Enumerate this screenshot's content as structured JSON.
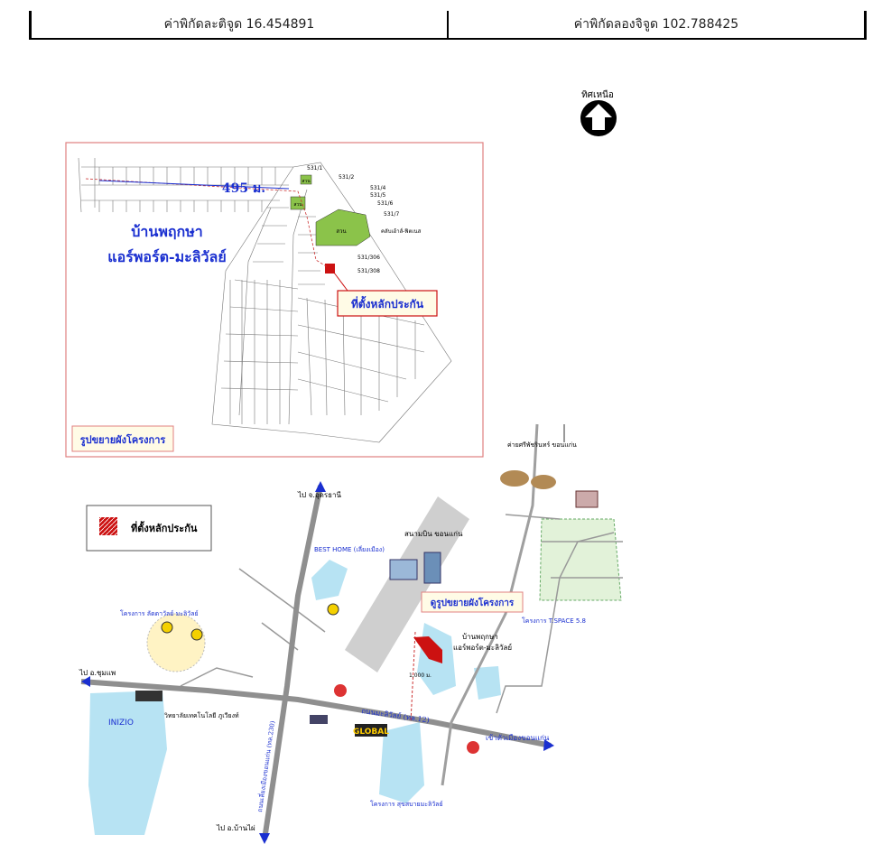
{
  "coordinates": {
    "latitude_label": "ค่าพิกัดละติจูด 16.454891",
    "longitude_label": "ค่าพิกัดลองจิจูด 102.788425"
  },
  "north": {
    "label": "ทิศเหนือ"
  },
  "detail_map": {
    "project_name_1": "บ้านพฤกษา",
    "project_name_2": "แอร์พอร์ต-มะลิวัลย์",
    "distance": "495 ม.",
    "park_label": "สวน",
    "collateral_label": "ที่ตั้งหลักประกัน",
    "caption": "รูปขยายผังโครงการ",
    "club_label": "คลับเฮ้าส์-ฟิตเนส",
    "plot_labels": [
      "531/1",
      "531/2",
      "531/4",
      "531/5",
      "531/6",
      "531/7",
      "531/306",
      "531/308"
    ]
  },
  "overview_map": {
    "legend_label": "ที่ตั้งหลักประกัน",
    "to_udon": "ไป จ.อุดรธานี",
    "to_chumphae": "ไป อ.ชุมแพ",
    "to_banphai": "ไป อ.บ้านไผ่",
    "to_city": "เข้าตัวเมืองขอนแก่น",
    "airport": "สนามบิน ขอนแก่น",
    "expand_label": "ดูรูปขยายผังโครงการ",
    "project_1": "บ้านพฤกษา",
    "project_2": "แอร์พอร์ต-มะลิวัลย์",
    "mali_road": "ถนนมะลิวัลย์ (ทล.12)",
    "bypass_road": "ถนนเลี่ยงเมืองขอนแก่น (ทล.230)",
    "global_store": "GLOBAL",
    "inizio": "INIZIO",
    "tech_college": "วิทยาลัยเทคโนโลยี ภูเวียงท์",
    "camp": "ค่ายศรีพัชรินทร์ ขอนแก่น",
    "tspace": "โครงการ T.SPACE 5.8",
    "ladawan": "โครงการ ลัดดาวัลย์ มะลิวัลย์",
    "best_home": "BEST HOME (เลี่ยงเมือง)",
    "mali_park": "โครงการ สุขสบายมะลิวัลย์",
    "distance_road": "1,000 ม."
  },
  "colors": {
    "collateral_red": "#cc1111",
    "route_blue": "#1a2fd0",
    "park_green": "#8bc34a",
    "water_blue": "#b7e3f3"
  }
}
